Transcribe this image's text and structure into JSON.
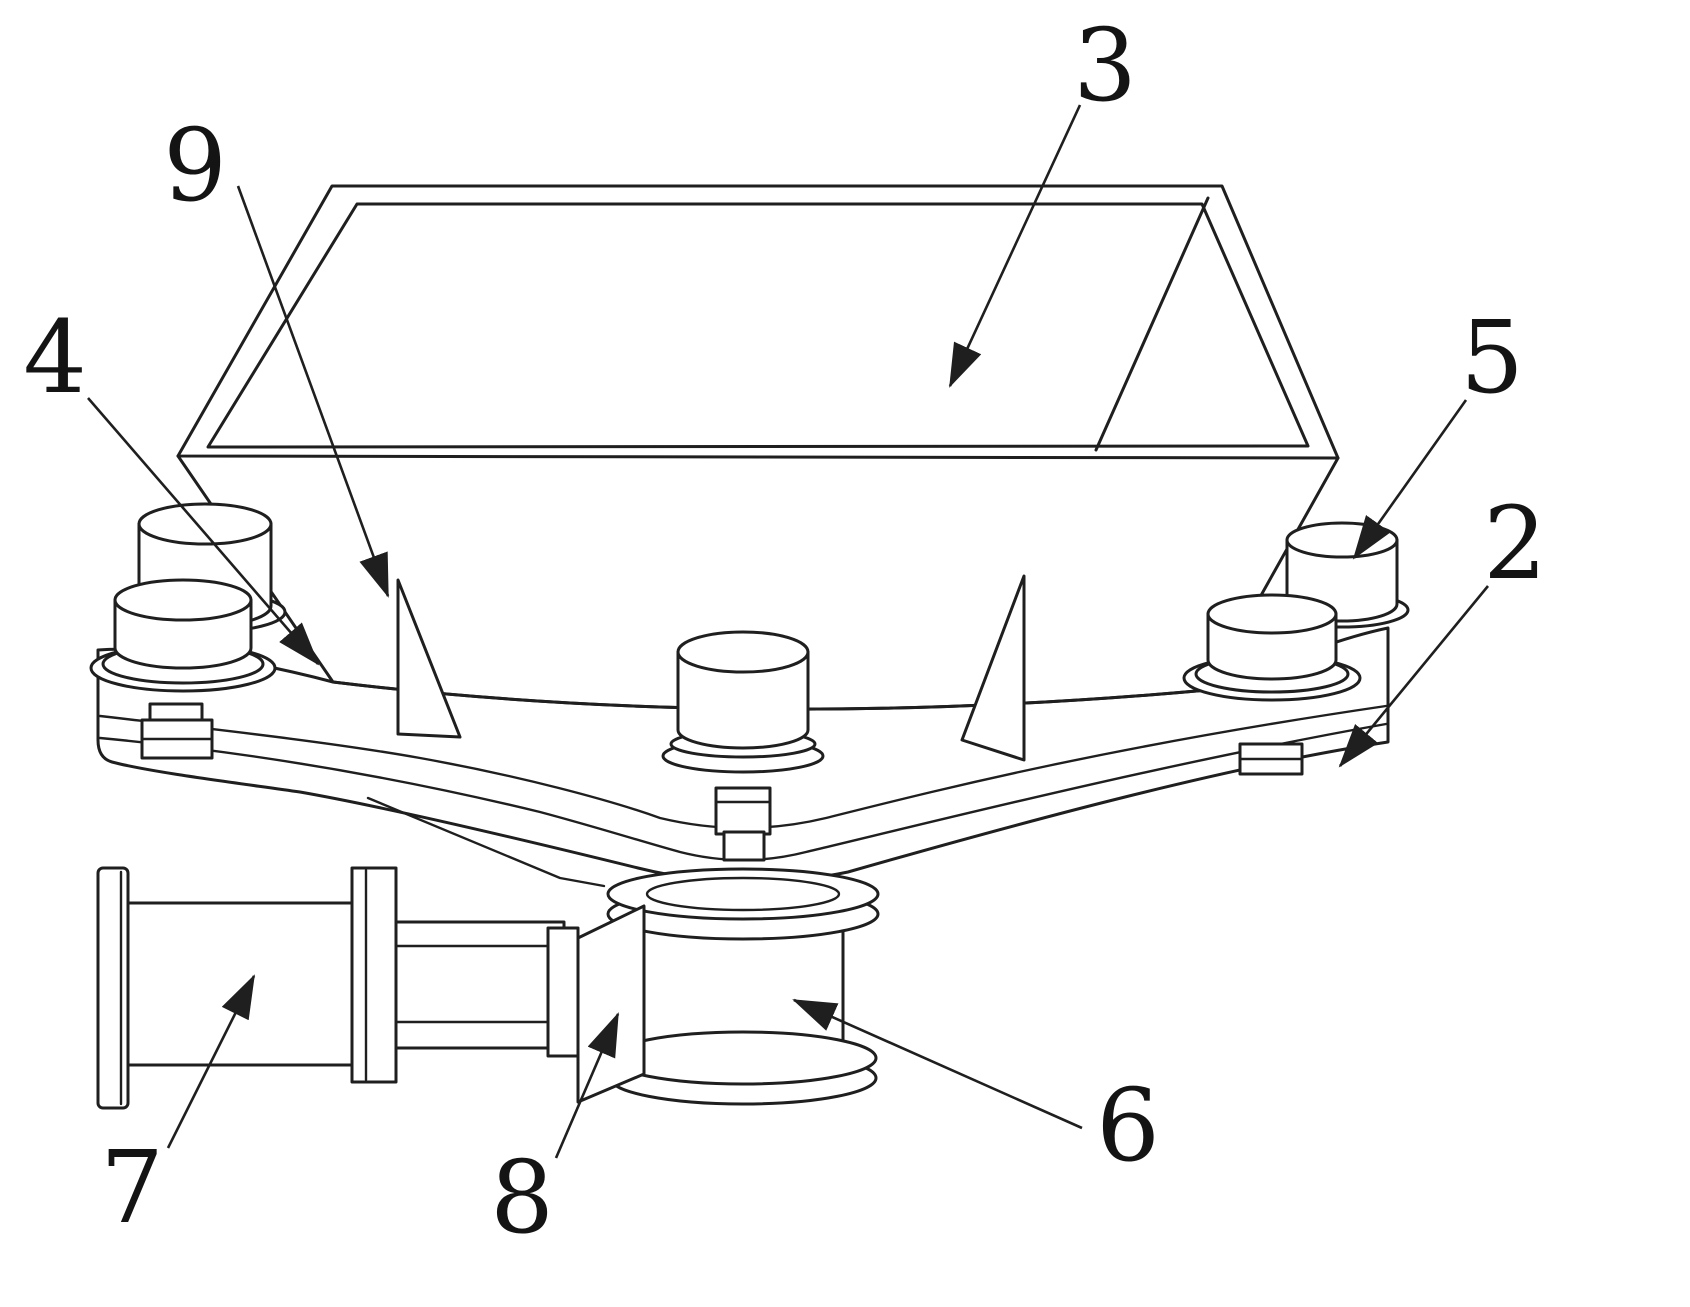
{
  "figure": {
    "background_color": "#ffffff",
    "line_color": "#1f1f1f"
  },
  "callouts": {
    "c2": {
      "text": "2"
    },
    "c3": {
      "text": "3"
    },
    "c4": {
      "text": "4"
    },
    "c5": {
      "text": "5"
    },
    "c6": {
      "text": "6"
    },
    "c7": {
      "text": "7"
    },
    "c8": {
      "text": "8"
    },
    "c9": {
      "text": "9"
    }
  }
}
